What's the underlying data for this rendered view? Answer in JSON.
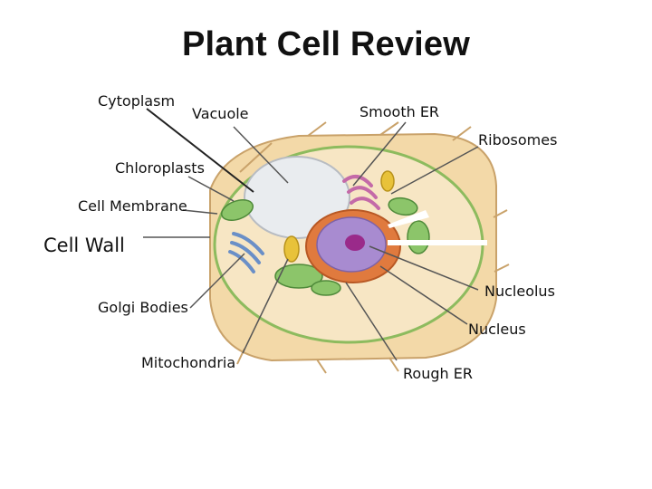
{
  "title": "Plant Cell Review",
  "labels": {
    "cytoplasm": "Cytoplasm",
    "vacuole": "Vacuole",
    "smooth_er": "Smooth ER",
    "ribosomes": "Ribosomes",
    "chloroplasts": "Chloroplasts",
    "cell_membrane": "Cell Membrane",
    "cell_wall": "Cell Wall",
    "golgi_bodies": "Golgi Bodies",
    "nucleolus": "Nucleolus",
    "nucleus": "Nucleus",
    "mitochondria": "Mitochondria",
    "rough_er": "Rough ER"
  },
  "colors": {
    "cell_wall": "#f3d9a8",
    "cytoplasm": "#f7e6c4",
    "vacuole": "#e9ecef",
    "chloroplast": "#8cc56a",
    "nucleus": "#e07a3e",
    "nucleoplasm": "#a88bd0",
    "nucleolus": "#9a2a8a",
    "golgi": "#6a8fc7",
    "smooth_er": "#c46aa8",
    "mitochondria": "#e8c23a",
    "leader_line": "#555555"
  }
}
